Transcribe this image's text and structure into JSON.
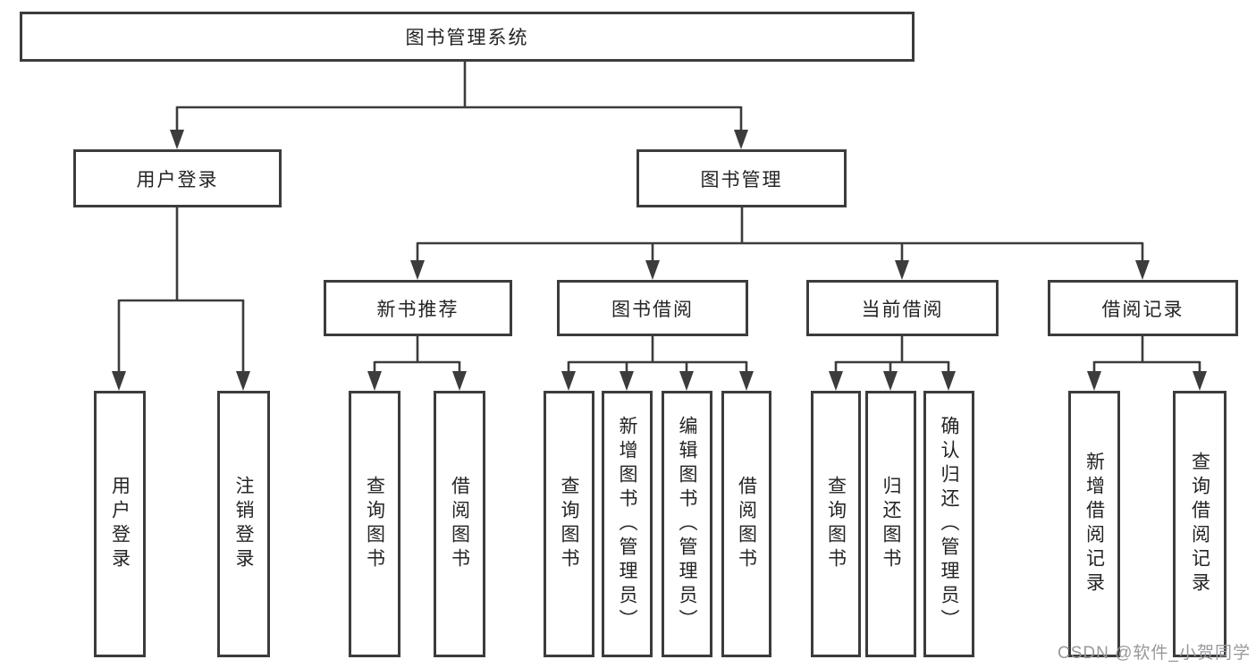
{
  "tree": {
    "label": "图书管理系统",
    "children": [
      {
        "label": "用户登录",
        "children": [
          {
            "label": "用户登录"
          },
          {
            "label": "注销登录"
          }
        ]
      },
      {
        "label": "图书管理",
        "children": [
          {
            "label": "新书推荐",
            "children": [
              {
                "label": "查询图书"
              },
              {
                "label": "借阅图书"
              }
            ]
          },
          {
            "label": "图书借阅",
            "children": [
              {
                "label": "查询图书"
              },
              {
                "label": "新增图书（管理员）"
              },
              {
                "label": "编辑图书（管理员）"
              },
              {
                "label": "借阅图书"
              }
            ]
          },
          {
            "label": "当前借阅",
            "children": [
              {
                "label": "查询图书"
              },
              {
                "label": "归还图书"
              },
              {
                "label": "确认归还（管理员）"
              }
            ]
          },
          {
            "label": "借阅记录",
            "children": [
              {
                "label": "新增借阅记录"
              },
              {
                "label": "查询借阅记录"
              }
            ]
          }
        ]
      }
    ]
  },
  "watermark": {
    "text": "CSDN @软件_小贺同学"
  },
  "colors": {
    "line": "#3c3c3e",
    "box_border": "#3c3c3e",
    "text": "#242424",
    "watermark": "#98999c",
    "background": "#ffffff"
  }
}
